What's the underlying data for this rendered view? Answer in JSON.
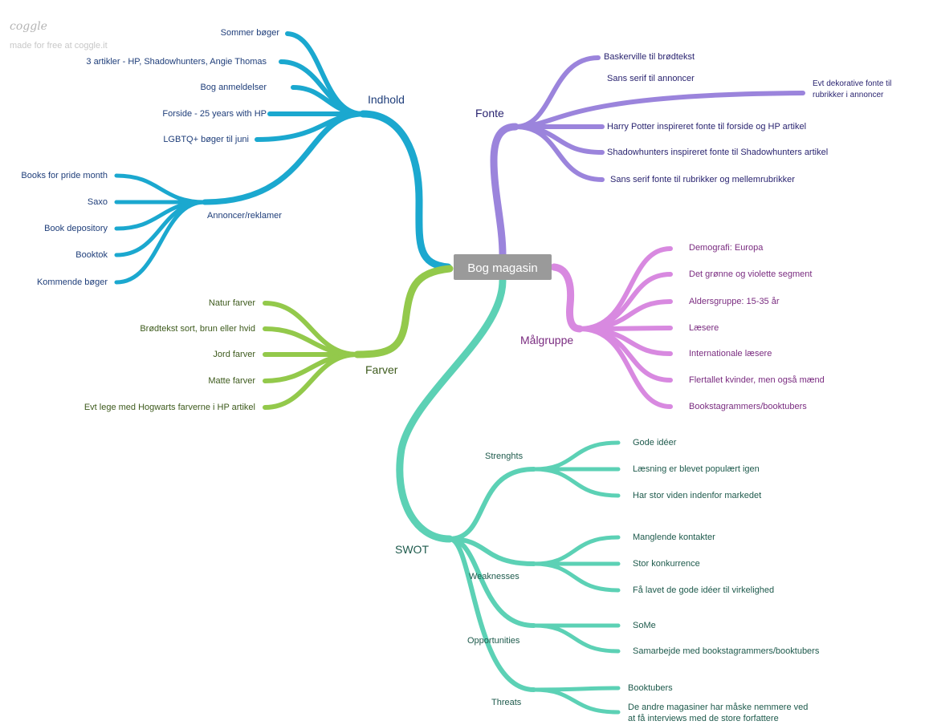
{
  "watermark": {
    "logo": "coggle",
    "tagline": "made for free at coggle.it"
  },
  "center": {
    "label": "Bog magasin"
  },
  "colors": {
    "indhold": "#1ba8cf",
    "farver": "#93c94b",
    "fonte": "#9b84dc",
    "malgruppe": "#d889e0",
    "swot": "#5cd1b5",
    "center_box": "#9a9a9a"
  },
  "branches": {
    "indhold": {
      "label": "Indhold",
      "items": [
        "Sommer bøger",
        "3 artikler - HP, Shadowhunters, Angie Thomas",
        "Bog anmeldelser",
        "Forside - 25 years with HP",
        "LGBTQ+ bøger til juni"
      ],
      "annoncer": {
        "label": "Annoncer/reklamer",
        "items": [
          "Books for pride month",
          "Saxo",
          "Book depository",
          "Booktok",
          "Kommende bøger"
        ]
      }
    },
    "farver": {
      "label": "Farver",
      "items": [
        "Natur farver",
        "Brødtekst sort, brun eller hvid",
        "Jord farver",
        "Matte farver",
        "Evt lege med Hogwarts farverne i HP artikel"
      ]
    },
    "fonte": {
      "label": "Fonte",
      "items": [
        "Baskerville til brødtekst",
        "Sans serif til annoncer",
        "Harry Potter inspireret fonte til forside og HP artikel",
        "Shadowhunters inspireret fonte til Shadowhunters artikel",
        "Sans serif fonte til rubrikker og mellemrubrikker"
      ],
      "extra": [
        "Evt dekorative fonte til",
        "rubrikker i annoncer"
      ]
    },
    "malgruppe": {
      "label": "Målgruppe",
      "items": [
        "Demografi: Europa",
        "Det grønne og violette segment",
        "Aldersgruppe: 15-35 år",
        "Læsere",
        "Internationale læsere",
        "Flertallet kvinder, men også mænd",
        "Bookstagrammers/booktubers"
      ]
    },
    "swot": {
      "label": "SWOT",
      "strengths": {
        "label": "Strenghts",
        "items": [
          "Gode idéer",
          "Læsning er blevet populært igen",
          "Har stor viden indenfor markedet"
        ]
      },
      "weaknesses": {
        "label": "Weaknesses",
        "items": [
          "Manglende kontakter",
          "Stor konkurrence",
          "Få lavet de gode idéer til virkelighed"
        ]
      },
      "opportunities": {
        "label": "Opportunities",
        "items": [
          "SoMe",
          "Samarbejde med bookstagrammers/booktubers"
        ]
      },
      "threats": {
        "label": "Threats",
        "items": [
          "Booktubers",
          "De andre magasiner har måske nemmere ved",
          "at få interviews med de store forfattere"
        ]
      }
    }
  }
}
